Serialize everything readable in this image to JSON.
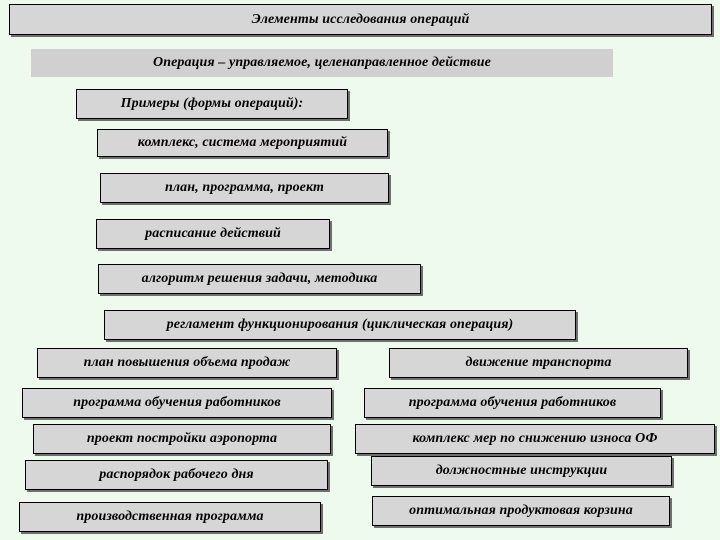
{
  "title": "Элементы исследования операций",
  "definition": "Операция – управляемое, целенаправленное действие",
  "examples_header": "Примеры (формы операций):",
  "forms": [
    "комплекс, система мероприятий",
    "план, программа, проект",
    "расписание действий",
    "алгоритм решения задачи, методика",
    "регламент функционирования (циклическая операция)"
  ],
  "left_examples": [
    "план повышения объема продаж",
    "программа обучения работников",
    "проект постройки аэропорта",
    "распорядок рабочего дня",
    "производственная программа"
  ],
  "right_examples": [
    "движение транспорта",
    "программа обучения работников",
    "комплекс мер по снижению износа ОФ",
    "должностные инструкции",
    "оптимальная продуктовая корзина"
  ]
}
